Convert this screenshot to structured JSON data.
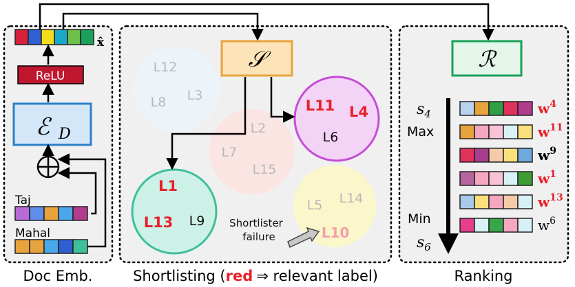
{
  "panels": {
    "doc_emb": {
      "caption": "Doc Emb."
    },
    "shortlisting": {
      "caption_before": "Shortlisting (",
      "caption_red": "red",
      "caption_arrow": "⇒",
      "caption_after": " relevant label)"
    },
    "ranking": {
      "caption": "Ranking"
    }
  },
  "encoder": {
    "output_symbol": "x̂",
    "relu_label": "ReLU",
    "encoder_symbol": "ℰ",
    "encoder_subscript": "D",
    "plus_symbol": "⊕",
    "token_1": "Taj",
    "token_2": "Mahal"
  },
  "shortlister": {
    "symbol": "𝒮",
    "failure_line_1": "Shortlister",
    "failure_line_2": "failure"
  },
  "clusters": [
    {
      "id": "c1",
      "labels": [
        {
          "text": "L12",
          "relevant": false
        },
        {
          "text": "L8",
          "relevant": false
        },
        {
          "text": "L3",
          "relevant": false
        }
      ]
    },
    {
      "id": "c2",
      "labels": [
        {
          "text": "L11",
          "relevant": true
        },
        {
          "text": "L4",
          "relevant": true
        },
        {
          "text": "L6",
          "relevant": false
        }
      ]
    },
    {
      "id": "c3",
      "labels": [
        {
          "text": "L2",
          "relevant": false
        },
        {
          "text": "L7",
          "relevant": false
        },
        {
          "text": "L15",
          "relevant": false
        }
      ]
    },
    {
      "id": "c4",
      "labels": [
        {
          "text": "L1",
          "relevant": true
        },
        {
          "text": "L13",
          "relevant": true
        },
        {
          "text": "L9",
          "relevant": false
        }
      ]
    },
    {
      "id": "c5",
      "labels": [
        {
          "text": "L5",
          "relevant": false
        },
        {
          "text": "L14",
          "relevant": false
        },
        {
          "text": "L10",
          "relevant": true
        }
      ]
    }
  ],
  "ranker": {
    "symbol": "ℛ",
    "score_top_base": "s",
    "score_top_sub": "4",
    "score_bottom_base": "s",
    "score_bottom_sub": "6",
    "max_label": "Max",
    "min_label": "Min",
    "rows": [
      {
        "base": "w",
        "sup": "4",
        "relevant": true,
        "colors": [
          "#b9d3ee",
          "#e8a33d",
          "#2f9e44",
          "#e0325a",
          "#b23c8c"
        ]
      },
      {
        "base": "w",
        "sup": "11",
        "relevant": true,
        "colors": [
          "#e8a33d",
          "#f4a7bf",
          "#f8c3d6",
          "#d8f0f6",
          "#f9e07a"
        ]
      },
      {
        "base": "w",
        "sup": "9",
        "relevant": false,
        "colors": [
          "#e0325a",
          "#a83d8f",
          "#f6c9a9",
          "#f9e07a",
          "#6fa8dc"
        ]
      },
      {
        "base": "w",
        "sup": "1",
        "relevant": true,
        "colors": [
          "#b7659e",
          "#f4a7bf",
          "#f8c3d6",
          "#d8f0f6",
          "#3e9c35"
        ]
      },
      {
        "base": "w",
        "sup": "13",
        "relevant": true,
        "colors": [
          "#a9c9ec",
          "#f9e07a",
          "#f4a7bf",
          "#f6c9a9",
          "#d8f0f6"
        ]
      },
      {
        "base": "w",
        "sup": "6",
        "relevant": false,
        "colors": [
          "#e63e8c",
          "#d8f0f6",
          "#38a54a",
          "#f4a7bf",
          "#d8f0f6"
        ]
      }
    ]
  },
  "colors": {
    "relevant": "#e8202a",
    "irrelevant_faded": "#b8b8b8",
    "shortlister_border": "#e8a33d",
    "shortlister_fill": "#fde3b8",
    "ranker_border": "#1aa05a",
    "ranker_fill": "#e4f6e9",
    "encoder_border": "#2a7fc8",
    "encoder_fill": "#d4e7f8",
    "relu_fill": "#c0172f"
  },
  "embeddings": {
    "output": [
      "#d8203a",
      "#2f5fd0",
      "#f2dd1a",
      "#1aa8c8",
      "#6cc04a",
      "#1aa05a"
    ],
    "taj": [
      "#b76bd6",
      "#5f8dea",
      "#e8a33d",
      "#4aa8e8",
      "#b23c8c"
    ],
    "mahal": [
      "#e8a33d",
      "#e8a33d",
      "#4aa8e8",
      "#2f5fd0",
      "#3fbf9a"
    ]
  }
}
